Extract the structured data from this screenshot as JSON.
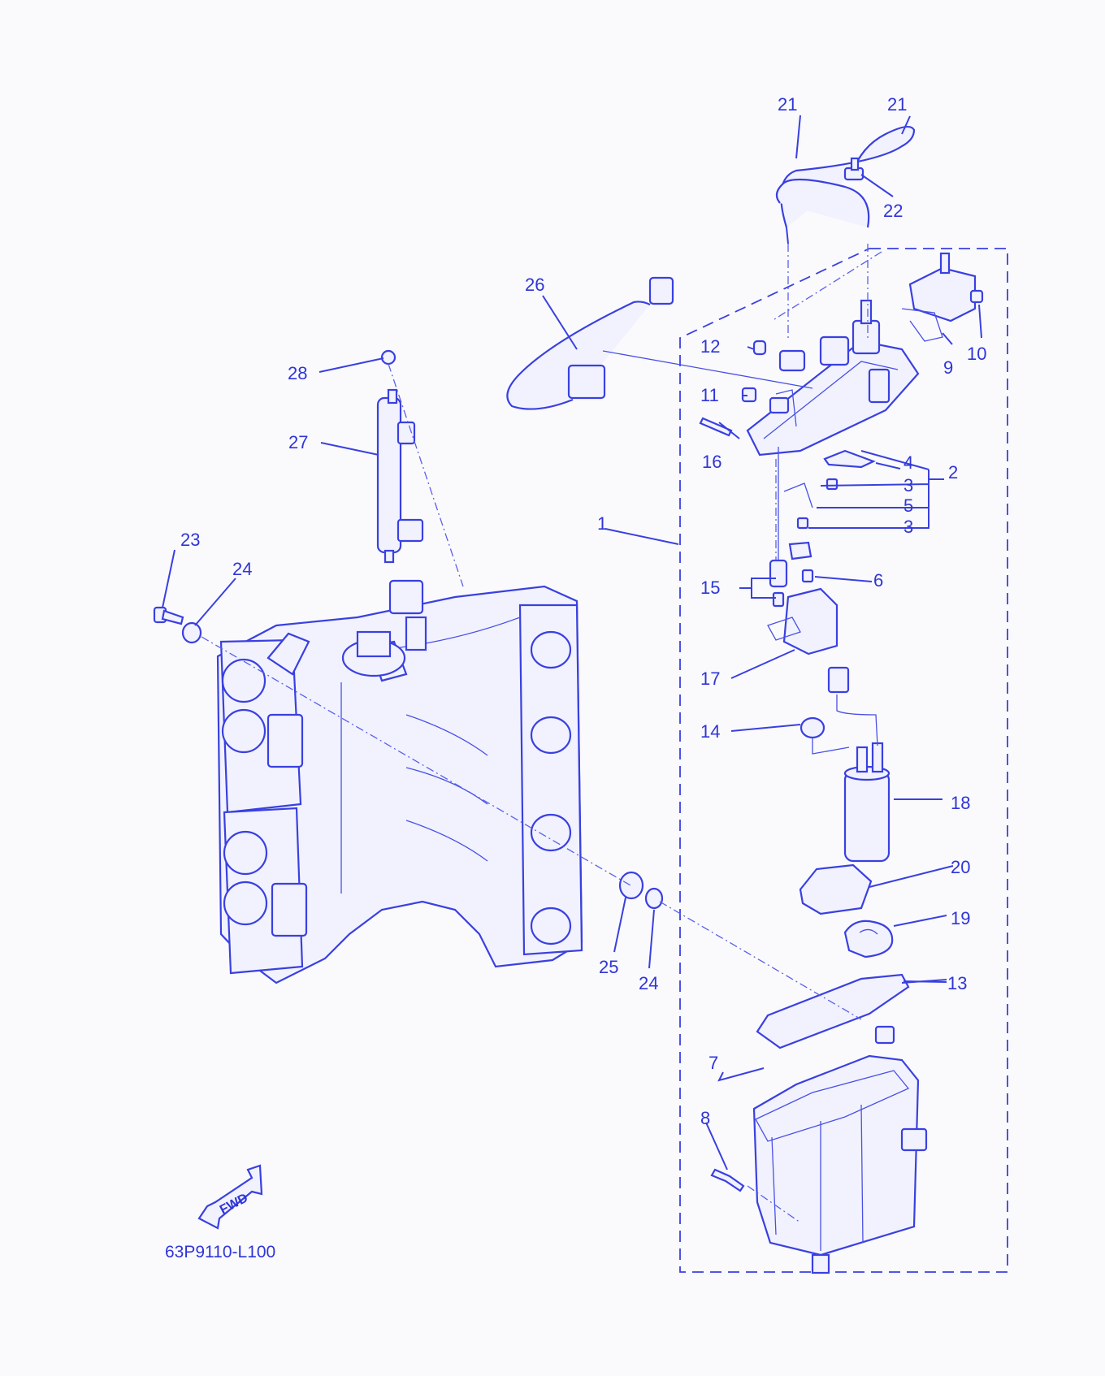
{
  "diagram": {
    "drawing_code": "63P9110-L100",
    "direction_label": "FWD",
    "callouts": {
      "c1": "1",
      "c2": "2",
      "c3a": "3",
      "c3b": "3",
      "c4": "4",
      "c5": "5",
      "c6": "6",
      "c7": "7",
      "c8": "8",
      "c9": "9",
      "c10": "10",
      "c11": "11",
      "c12": "12",
      "c13": "13",
      "c14": "14",
      "c15": "15",
      "c16": "16",
      "c17": "17",
      "c18": "18",
      "c19": "19",
      "c20": "20",
      "c21a": "21",
      "c21b": "21",
      "c22": "22",
      "c23": "23",
      "c24a": "24",
      "c24b": "24",
      "c25": "25",
      "c26": "26",
      "c27": "27",
      "c28": "28"
    },
    "colors": {
      "line": "#3a40e0",
      "fill": "#f1f2fd",
      "background": "#fafafc"
    }
  }
}
